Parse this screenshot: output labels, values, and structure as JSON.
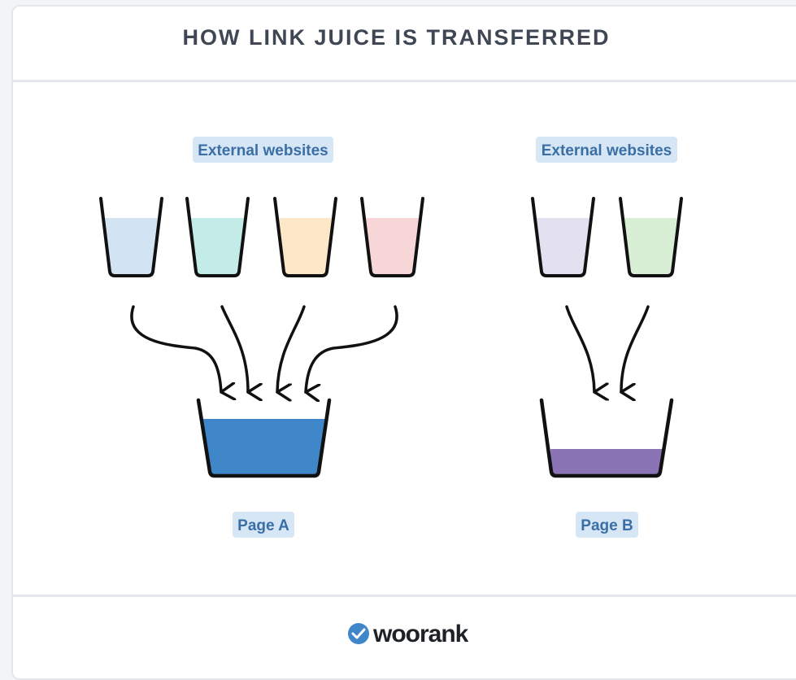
{
  "title": "HOW LINK JUICE IS TRANSFERRED",
  "left_group": {
    "source_label": "External websites",
    "target_label": "Page A",
    "source_colors": [
      "#d2e3f3",
      "#c3ece9",
      "#fde7c9",
      "#f6d6d6"
    ],
    "target_color": "#3f87c9"
  },
  "right_group": {
    "source_label": "External websites",
    "target_label": "Page B",
    "source_colors": [
      "#e3e0ef",
      "#d8efd6"
    ],
    "target_color": "#8b74b5"
  },
  "label_bg_color": "#d6e6f5",
  "brand": {
    "name": "woorank",
    "icon": "checkmark-badge-icon",
    "icon_color": "#3f87c9"
  }
}
